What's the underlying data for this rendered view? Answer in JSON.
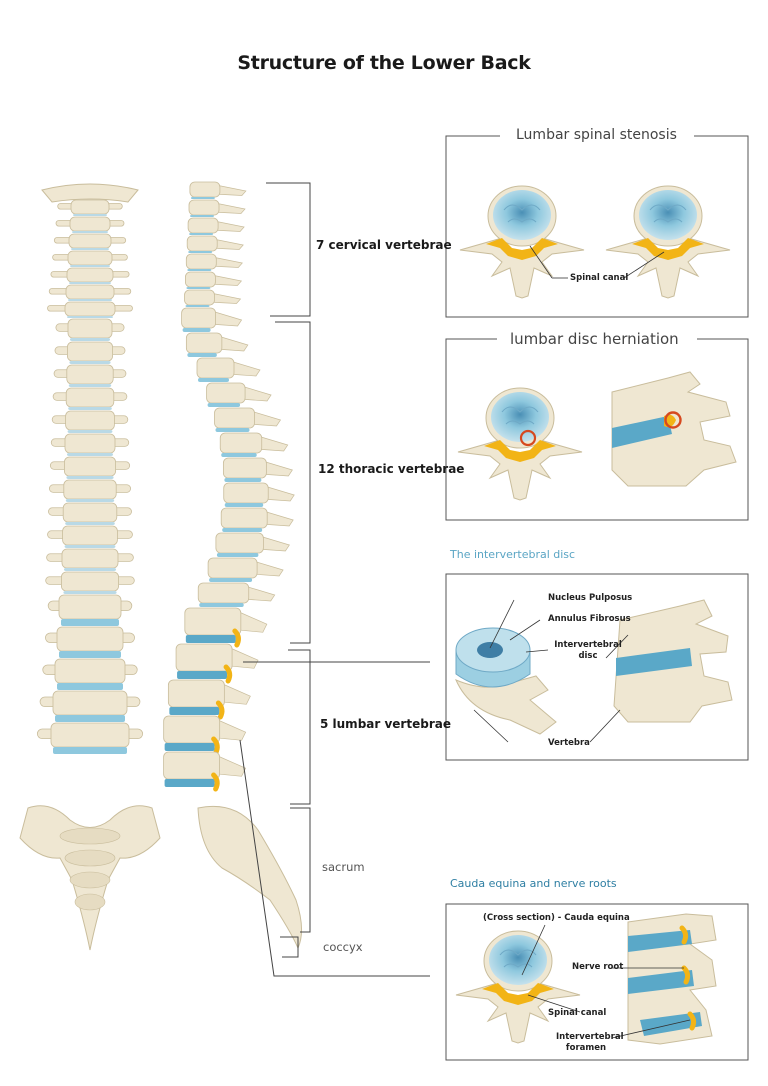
{
  "title": "Structure of the Lower Back",
  "spine_groups": {
    "cervical": "7 cervical vertebrae",
    "thoracic": "12 thoracic vertebrae",
    "lumbar": "5 lumbar vertebrae",
    "sacrum": "sacrum",
    "coccyx": "coccyx"
  },
  "panels": {
    "stenosis": {
      "title": "Lumbar spinal stenosis",
      "label": "Spinal canal"
    },
    "herniation": {
      "title": "lumbar disc herniation"
    },
    "disc": {
      "heading": "The intervertebral disc",
      "nucleus": "Nucleus Pulposus",
      "annulus": "Annulus Fibrosus",
      "disc_label": "Intervertebral disc",
      "vertebra": "Vertebra"
    },
    "cauda": {
      "heading": "Cauda equina and nerve roots",
      "cross_section": "(Cross section) - Cauda equina",
      "nerve_root": "Nerve root",
      "spinal_canal": "Spinal canal",
      "foramen": "Intervertebral foramen"
    }
  },
  "colors": {
    "bone": "#efe7d2",
    "bone_stroke": "#c9bd9c",
    "disc": "#8ec8de",
    "disc_dark": "#5aa8c8",
    "nerve": "#f2b416",
    "highlight": "#d6491f",
    "frame": "#555555"
  }
}
